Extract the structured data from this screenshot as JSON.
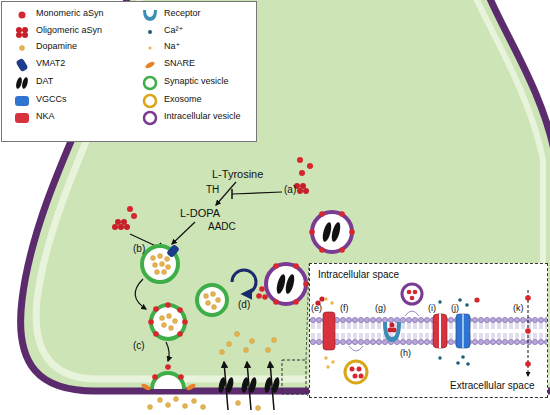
{
  "diagram": {
    "nodes": [
      {
        "text": [
          "Intracellular space",
          "Extracellular space"
        ]
      }
    ],
    "labels": [
      "L-Tyrosine",
      "TH",
      "L-DOPA",
      "AADC",
      "(a)",
      "(b)",
      "(c)",
      "(d)",
      "(e)",
      "(f)",
      "(g)",
      "(h)",
      "(i)",
      "(j)",
      "(k)"
    ],
    "legend": [
      {
        "text": "Monomeric aSyn"
      },
      {
        "text": "Oligomeric aSyn"
      },
      {
        "text": "Dopamine"
      },
      {
        "text": "VMAT2"
      },
      {
        "text": "DAT"
      },
      {
        "text": "VGCCs"
      },
      {
        "text": "NKA"
      },
      {
        "text": "Receptor"
      },
      {
        "text": "Ca²⁺"
      },
      {
        "text": "Na⁺"
      },
      {
        "text": "SNARE"
      },
      {
        "text": "Synaptic vesicle"
      },
      {
        "text": "Exosome"
      },
      {
        "text": "Intracellular vesicle"
      }
    ]
  }
}
